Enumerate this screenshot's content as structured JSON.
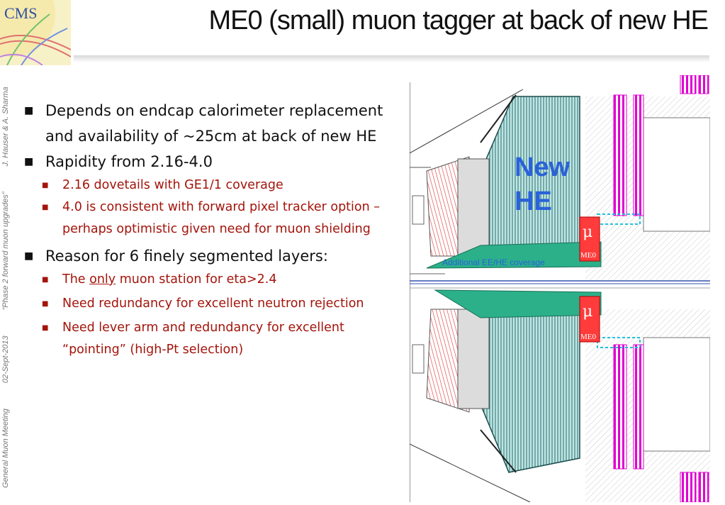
{
  "logo": {
    "text": "CMS"
  },
  "title": "ME0 (small) muon tagger at back of new HE",
  "side_footer": [
    "General Muon Meeting",
    "02-Sept-2013",
    "“Phase 2 forward muon upgrades”",
    "J. Hauser & A. Sharma"
  ],
  "bullets": [
    {
      "level": 1,
      "text": "Depends on endcap calorimeter replacement and availability of ~25cm at back of new HE"
    },
    {
      "level": 1,
      "text": "Rapidity from 2.16-4.0"
    },
    {
      "level": 2,
      "text": "2.16 dovetails with GE1/1 coverage"
    },
    {
      "level": 2,
      "text": "4.0 is consistent with forward pixel tracker option – perhaps optimistic given need for muon shielding"
    },
    {
      "level": 1,
      "text": "Reason for 6 finely segmented layers:"
    },
    {
      "level": 2,
      "pre": "The ",
      "em": "only",
      "post": " muon station for eta>2.4"
    },
    {
      "level": 2,
      "text": "Need redundancy for excellent neutron rejection"
    },
    {
      "level": 2,
      "text": "Need lever arm and redundancy for excellent “pointing” (high-Pt selection)"
    }
  ],
  "diagram": {
    "new_he_line1": "New",
    "new_he_line2": "HE",
    "mu": "μ",
    "me0": "ME0",
    "coverage": "Additional EE/HE coverage"
  },
  "colors": {
    "accent_red": "#a3140b",
    "teal": "#2bb08a",
    "blue_label": "#2a62d8",
    "magenta": "#e000d0"
  }
}
